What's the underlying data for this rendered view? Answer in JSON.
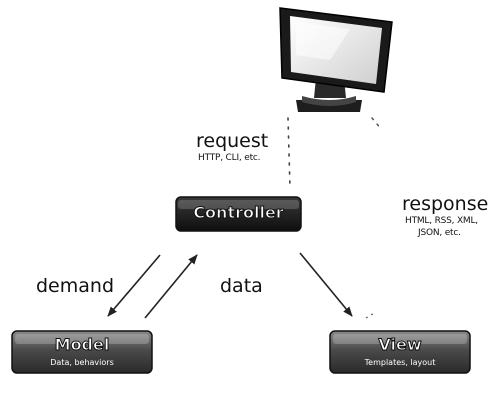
{
  "nodes": {
    "controller": {
      "label": "Controller"
    },
    "model": {
      "label": "Model",
      "sublabel": "Data, behaviors"
    },
    "view": {
      "label": "View",
      "sublabel": "Templates, layout"
    }
  },
  "edges": {
    "request": {
      "label": "request",
      "detail": "HTTP, CLI, etc."
    },
    "response": {
      "label": "response",
      "detail_line1": "HTML, RSS, XML,",
      "detail_line2": "JSON, etc."
    },
    "demand": {
      "label": "demand"
    },
    "data": {
      "label": "data"
    }
  },
  "icons": {
    "client": "computer-monitor-icon"
  },
  "colors": {
    "box_fill": "#555555",
    "box_stroke": "#111111",
    "controller_fill": "#1f1f1f",
    "arrow": "#222222",
    "monitor_screen": "#f4f4f4"
  }
}
